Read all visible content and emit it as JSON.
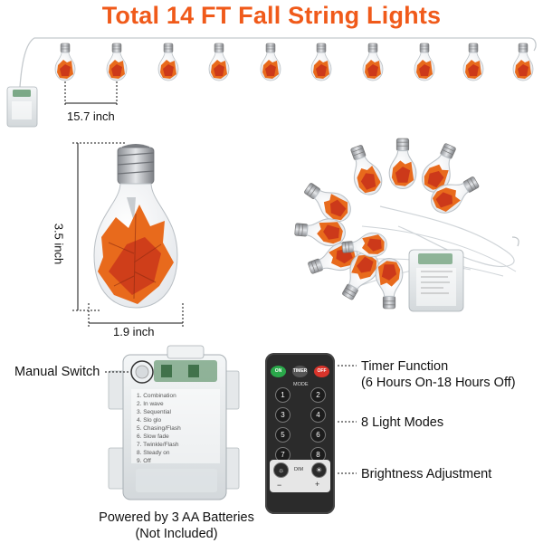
{
  "title": "Total 14 FT Fall String Lights",
  "dimensions": {
    "spacing": "15.7 inch",
    "bulb_height": "3.5 inch",
    "bulb_width": "1.9 inch"
  },
  "callouts": {
    "manual_switch": "Manual Switch",
    "timer_line1": "Timer Function",
    "timer_line2": "(6 Hours On-18 Hours Off)",
    "light_modes": "8 Light Modes",
    "brightness": "Brightness Adjustment",
    "batteries_line1": "Powered by 3 AA Batteries",
    "batteries_line2": "(Not Included)"
  },
  "battery_box_modes": [
    "1. Combination",
    "2. In wave",
    "3. Sequential",
    "4. Slo glo",
    "5. Chasing/Flash",
    "6. Slow fade",
    "7. Twinkle/Flash",
    "8. Steady on",
    "9. Off"
  ],
  "remote": {
    "on_label": "ON",
    "timer_label": "TIMER",
    "off_label": "OFF",
    "mode_label": "MODE",
    "buttons": [
      "1",
      "2",
      "3",
      "4",
      "5",
      "6",
      "7",
      "8"
    ],
    "dim_label": "DIM",
    "minus_label": "−",
    "plus_label": "+"
  },
  "colors": {
    "title": "#f05a1a",
    "leaf_orange": "#e86a1c",
    "leaf_red": "#c7301a",
    "remote_body": "#2b2b2b",
    "on_button": "#2aa84a",
    "off_button": "#d9342b"
  }
}
